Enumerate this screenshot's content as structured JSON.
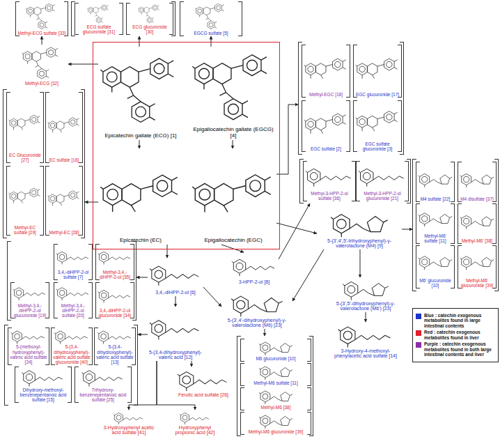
{
  "diagram": {
    "nodes": [
      {
        "text": [
          "Methyl-ECG sulfate [33]"
        ]
      },
      {
        "text": []
      },
      {
        "text": [
          "ECG sulfate glucuronide [31]"
        ],
        "in": 1
      },
      {
        "text": [
          "ECG glucuronide [30]"
        ],
        "in": 1
      },
      {
        "text": [
          "EGCG sulfate [5]"
        ]
      },
      {
        "text": [
          "Methyl-ECG [32]"
        ]
      },
      {
        "text": []
      },
      {
        "text": [
          "Epicatechin gallate (ECG) [1]"
        ],
        "in": 6
      },
      {
        "text": [
          "Epigallocatechin gallate (EGCG) [4]"
        ],
        "in": 6
      },
      {
        "text": [
          "Epicatechin (EC)"
        ],
        "in": 6
      },
      {
        "text": [
          "Epigallocatechin (EGC)"
        ],
        "in": 6
      },
      {
        "text": []
      },
      {
        "text": [
          "Methyl-EGC [18]"
        ],
        "in": 11
      },
      {
        "text": [
          "EGC glucuronide [17]"
        ],
        "in": 11
      },
      {
        "text": [
          "EGC sulfate [2]"
        ],
        "in": 11
      },
      {
        "text": [
          "EGC sulfate glucuronide [3]"
        ],
        "in": 11
      },
      {
        "text": []
      },
      {
        "text": [
          "EC Glucuronide [27]"
        ],
        "in": 16
      },
      {
        "text": [
          "EC sulfate [16]"
        ],
        "in": 16
      },
      {
        "text": [
          "Methyl-EC sulfate [29]"
        ],
        "in": 16
      },
      {
        "text": [
          "Methyl-EC [28]"
        ],
        "in": 16
      },
      {
        "text": []
      },
      {
        "text": [
          "Methyl-3-HPP-2-ol sulfate [36]"
        ],
        "in": 21
      },
      {
        "text": [
          "Methyl-3-HPP-2-ol glucuronide [21]"
        ],
        "in": 21
      },
      {
        "text": [
          "5-(3',4',5'-trihydroxyphenyl)-γ-valerolactone (M4) [9]"
        ]
      },
      {
        "text": []
      },
      {
        "text": [
          "M4 sulfate [22]"
        ],
        "in": 25
      },
      {
        "text": [
          "M4 disulfate [37]"
        ],
        "in": 25
      },
      {
        "text": [
          "Methyl-M6' sulfate [11]"
        ],
        "in": 25
      },
      {
        "text": [
          "Methyl-M6' [38]"
        ],
        "in": 25
      },
      {
        "text": [
          "M6' glucuronide [10]"
        ],
        "in": 25
      },
      {
        "text": [
          "Methyl-M6' glucuronide [39]"
        ],
        "in": 25
      },
      {
        "text": []
      },
      {
        "text": [
          "3,4,-diHPP-2-ol sulfate [7]"
        ],
        "in": 32
      },
      {
        "text": [
          "Methyl-3,4,-diHPP-2-ol [35]"
        ],
        "in": 32
      },
      {
        "text": [
          "Methyl-3,4,-diHPP-2-ol glucuronide [19]"
        ],
        "in": 32
      },
      {
        "text": [
          "Methyl-3,4,-diHPP-2-ol sulfate [20]"
        ],
        "in": 32
      },
      {
        "text": [
          "3,4,-diHPP-2-ol glucuronide [34]"
        ],
        "in": 32
      },
      {
        "text": [
          "3,4,-diHPP-2-ol [6]"
        ]
      },
      {
        "text": [
          "3-HPP-2-ol [8]"
        ]
      },
      {
        "text": [
          "5-(3',4'-dihydroxyphenyl)-γ-valerolactone (M6) [23]"
        ]
      },
      {
        "text": [
          "5-(3',5'-dihydroxyphenyl)-γ-valerolactone (M6') [23]"
        ]
      },
      {
        "text": [
          "5-(3,4-dihydroxyphenyl)-valeric acid [12]"
        ]
      },
      {
        "text": []
      },
      {
        "text": [
          "5-(methoxyl-hydroxyphenyl)-valeric acid sulfate [24]"
        ],
        "in": 43
      },
      {
        "text": [
          "5-(3,4-dihydroxyphenyl)-valeric acid sulfate glucuronide [40]"
        ],
        "in": 43
      },
      {
        "text": [
          "5-(3,4-dihydroxyphenyl)-valeric acid sulfate [13]"
        ],
        "in": 43
      },
      {
        "text": [
          "Dihydroxy-methoxyl-benzenepentanoic acid sulfate [15]"
        ],
        "in": 43
      },
      {
        "text": [
          "Trihydroxy-benzenepentanoic acid sulfate [25]"
        ],
        "in": 43
      },
      {
        "text": []
      },
      {
        "text": [
          "M6 glucuronide [10]"
        ],
        "in": 49
      },
      {
        "text": [
          "Methyl-M6 sulfate [11]"
        ],
        "in": 49
      },
      {
        "text": [
          "Methyl-M6 [38]"
        ],
        "in": 49
      },
      {
        "text": [
          "Methyl-M6 glucuronide [39]"
        ],
        "in": 49
      },
      {
        "text": [
          "3-Hydroxy-4-methoxyl-phenylacetic acid sulfate [14]"
        ]
      },
      {
        "text": [
          "Ferulic acid sulfate [26]"
        ]
      },
      {
        "text": [
          "3-Hydroxyphenyl acetic acid sulfate [41]"
        ]
      },
      {
        "text": [
          "Hydroxyphenyl propionic acid [42]"
        ]
      }
    ],
    "edges": [
      {
        "from": 7,
        "to": 9,
        "arrow": "to"
      },
      {
        "from": 8,
        "to": 10,
        "arrow": "to"
      },
      {
        "from": 7,
        "to": 5,
        "arrow": "to"
      },
      {
        "from": 5,
        "to": 0,
        "arrow": "to"
      },
      {
        "from": 7,
        "to": 1,
        "arrow": "to"
      },
      {
        "from": 8,
        "to": 4,
        "arrow": "to"
      },
      {
        "from": 10,
        "to": 11,
        "arrow": "to"
      },
      {
        "from": 9,
        "to": 16,
        "arrow": "to"
      },
      {
        "from": 9,
        "to": 38,
        "arrow": "to"
      },
      {
        "from": 10,
        "to": 39,
        "arrow": "to"
      },
      {
        "from": 10,
        "to": 24,
        "arrow": "to"
      },
      {
        "from": 39,
        "to": 21,
        "arrow": "to"
      },
      {
        "from": 38,
        "to": 32,
        "arrow": "to"
      },
      {
        "from": 38,
        "to": 42,
        "arrow": "to"
      },
      {
        "from": 38,
        "to": 40,
        "arrow": "to"
      },
      {
        "from": 42,
        "to": 43,
        "arrow": "to"
      },
      {
        "from": 42,
        "to": 55,
        "arrow": "to"
      },
      {
        "from": 42,
        "to": 56,
        "arrow": "to"
      },
      {
        "from": 42,
        "to": 57,
        "arrow": "to"
      },
      {
        "from": 24,
        "to": 40,
        "arrow": "to"
      },
      {
        "from": 24,
        "to": 41,
        "arrow": "to"
      },
      {
        "from": 24,
        "to": 25,
        "arrow": "to"
      },
      {
        "from": 40,
        "to": 49,
        "arrow": "to"
      },
      {
        "from": 41,
        "to": 54,
        "arrow": "to"
      }
    ],
    "legend": [
      {
        "text": "Blue : catechin exogenous metabolites found in large intestinal contents",
        "color": "#1f35c8"
      },
      {
        "text": "Red : catechin exogenous metabolites found in liver",
        "color": "#e0202a"
      },
      {
        "text": "Purple : catechin exogenous metabolites found in both large intestinal contents and liver",
        "color": "#8b2fa6"
      }
    ]
  }
}
